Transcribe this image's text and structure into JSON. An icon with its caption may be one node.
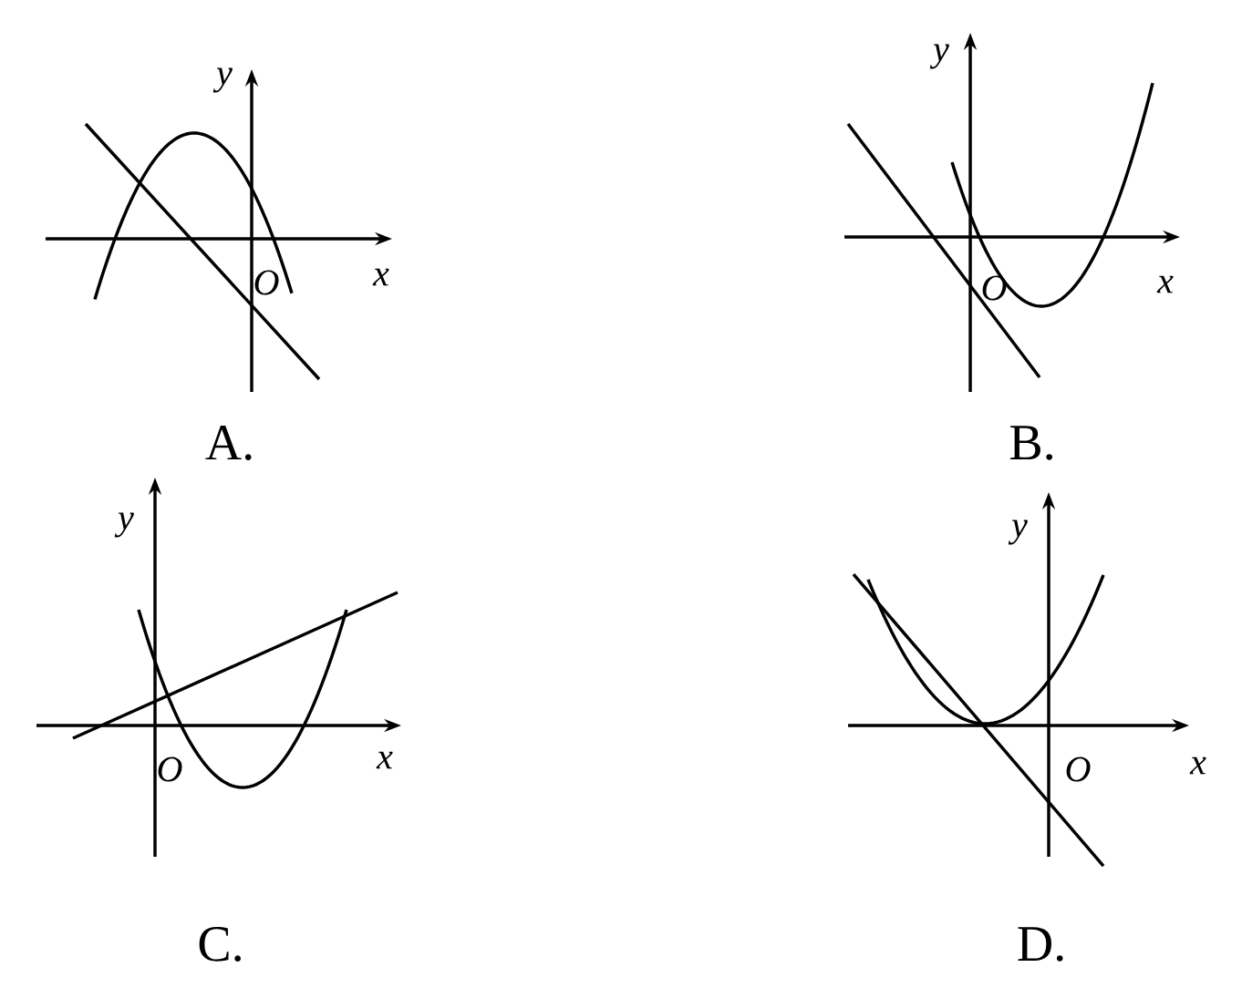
{
  "diagram": {
    "labels": [
      "y",
      "x",
      "O",
      "A.",
      "y",
      "x",
      "O",
      "B.",
      "y",
      "x",
      "O",
      "C.",
      "y",
      "x",
      "O",
      "D."
    ]
  }
}
